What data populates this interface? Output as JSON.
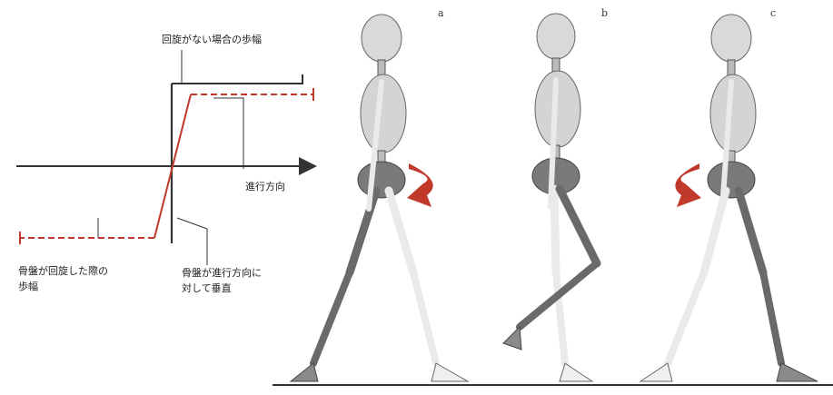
{
  "diagram": {
    "labels": {
      "no_rotation_stride": "回旋がない場合の歩幅",
      "walking_direction": "進行方向",
      "pelvis_rotated_stride_line1": "骨盤が回旋した際の",
      "pelvis_rotated_stride_line2": "歩幅",
      "pelvis_perpendicular_line1": "骨盤が進行方向に",
      "pelvis_perpendicular_line2": "対して垂直"
    },
    "figure_letters": [
      "a",
      "b",
      "c"
    ],
    "colors": {
      "line": "#333333",
      "rotation_line": "#c0392b",
      "arrow": "#c0392b",
      "skull_fill": "#d9d9d9",
      "rib_fill": "#d4d4d4",
      "bone_fill": "#e8e8e8",
      "pelvis_fill": "#7a7a7a",
      "ground": "#333333"
    }
  }
}
